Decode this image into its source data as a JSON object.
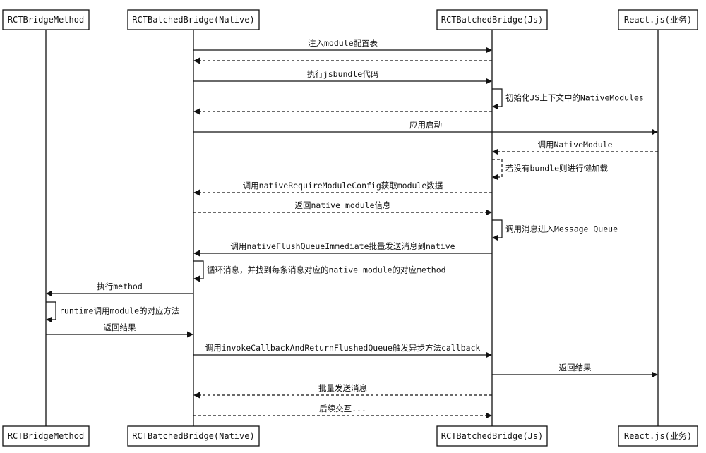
{
  "lanes": [
    {
      "label": "RCTBridgeMethod"
    },
    {
      "label": "RCTBatchedBridge(Native)"
    },
    {
      "label": "RCTBatchedBridge(Js)"
    },
    {
      "label": "React.js(业务)"
    }
  ],
  "messages": [
    {
      "from": 1,
      "to": 2,
      "text": "注入module配置表",
      "style": "solid"
    },
    {
      "from": 2,
      "to": 1,
      "text": "",
      "style": "dashed"
    },
    {
      "from": 1,
      "to": 2,
      "text": "执行jsbundle代码",
      "style": "solid"
    },
    {
      "from": 2,
      "to": 2,
      "text": "初始化JS上下文中的NativeModules",
      "style": "solid"
    },
    {
      "from": 2,
      "to": 1,
      "text": "",
      "style": "dashed"
    },
    {
      "from": 1,
      "to": 3,
      "text": "应用启动",
      "style": "solid"
    },
    {
      "from": 3,
      "to": 2,
      "text": "调用NativeModule",
      "style": "dashed"
    },
    {
      "from": 2,
      "to": 2,
      "text": "若没有bundle则进行懒加载",
      "style": "dashed"
    },
    {
      "from": 2,
      "to": 1,
      "text": "调用nativeRequireModuleConfig获取module数据",
      "style": "dashed"
    },
    {
      "from": 1,
      "to": 2,
      "text": "返回native module信息",
      "style": "dashed"
    },
    {
      "from": 2,
      "to": 2,
      "text": "调用消息进入Message Queue",
      "style": "solid"
    },
    {
      "from": 2,
      "to": 1,
      "text": "调用nativeFlushQueueImmediate批量发送消息到native",
      "style": "solid"
    },
    {
      "from": 1,
      "to": 1,
      "text": "循环消息，并找到每条消息对应的native module的对应method",
      "style": "solid"
    },
    {
      "from": 1,
      "to": 0,
      "text": "执行method",
      "style": "solid"
    },
    {
      "from": 0,
      "to": 0,
      "text": "runtime调用module的对应方法",
      "style": "solid"
    },
    {
      "from": 0,
      "to": 1,
      "text": "返回结果",
      "style": "solid"
    },
    {
      "from": 1,
      "to": 2,
      "text": "调用invokeCallbackAndReturnFlushedQueue触发异步方法callback",
      "style": "solid"
    },
    {
      "from": 2,
      "to": 3,
      "text": "返回结果",
      "style": "solid"
    },
    {
      "from": 2,
      "to": 1,
      "text": "批量发送消息",
      "style": "dashed"
    },
    {
      "from": 1,
      "to": 2,
      "text": "后续交互...",
      "style": "dashed"
    }
  ]
}
